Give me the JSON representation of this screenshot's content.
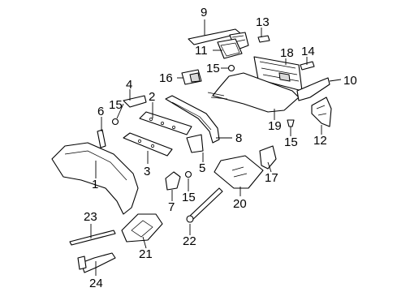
{
  "callouts": {
    "c1": "1",
    "c2": "2",
    "c3": "3",
    "c4": "4",
    "c5": "5",
    "c6": "6",
    "c7": "7",
    "c8": "8",
    "c9": "9",
    "c10": "10",
    "c11": "11",
    "c12": "12",
    "c13": "13",
    "c14": "14",
    "c15a": "15",
    "c15b": "15",
    "c15c": "15",
    "c15d": "15",
    "c16": "16",
    "c17": "17",
    "c18": "18",
    "c19": "19",
    "c20": "20",
    "c21": "21",
    "c22": "22",
    "c23": "23",
    "c24": "24"
  }
}
